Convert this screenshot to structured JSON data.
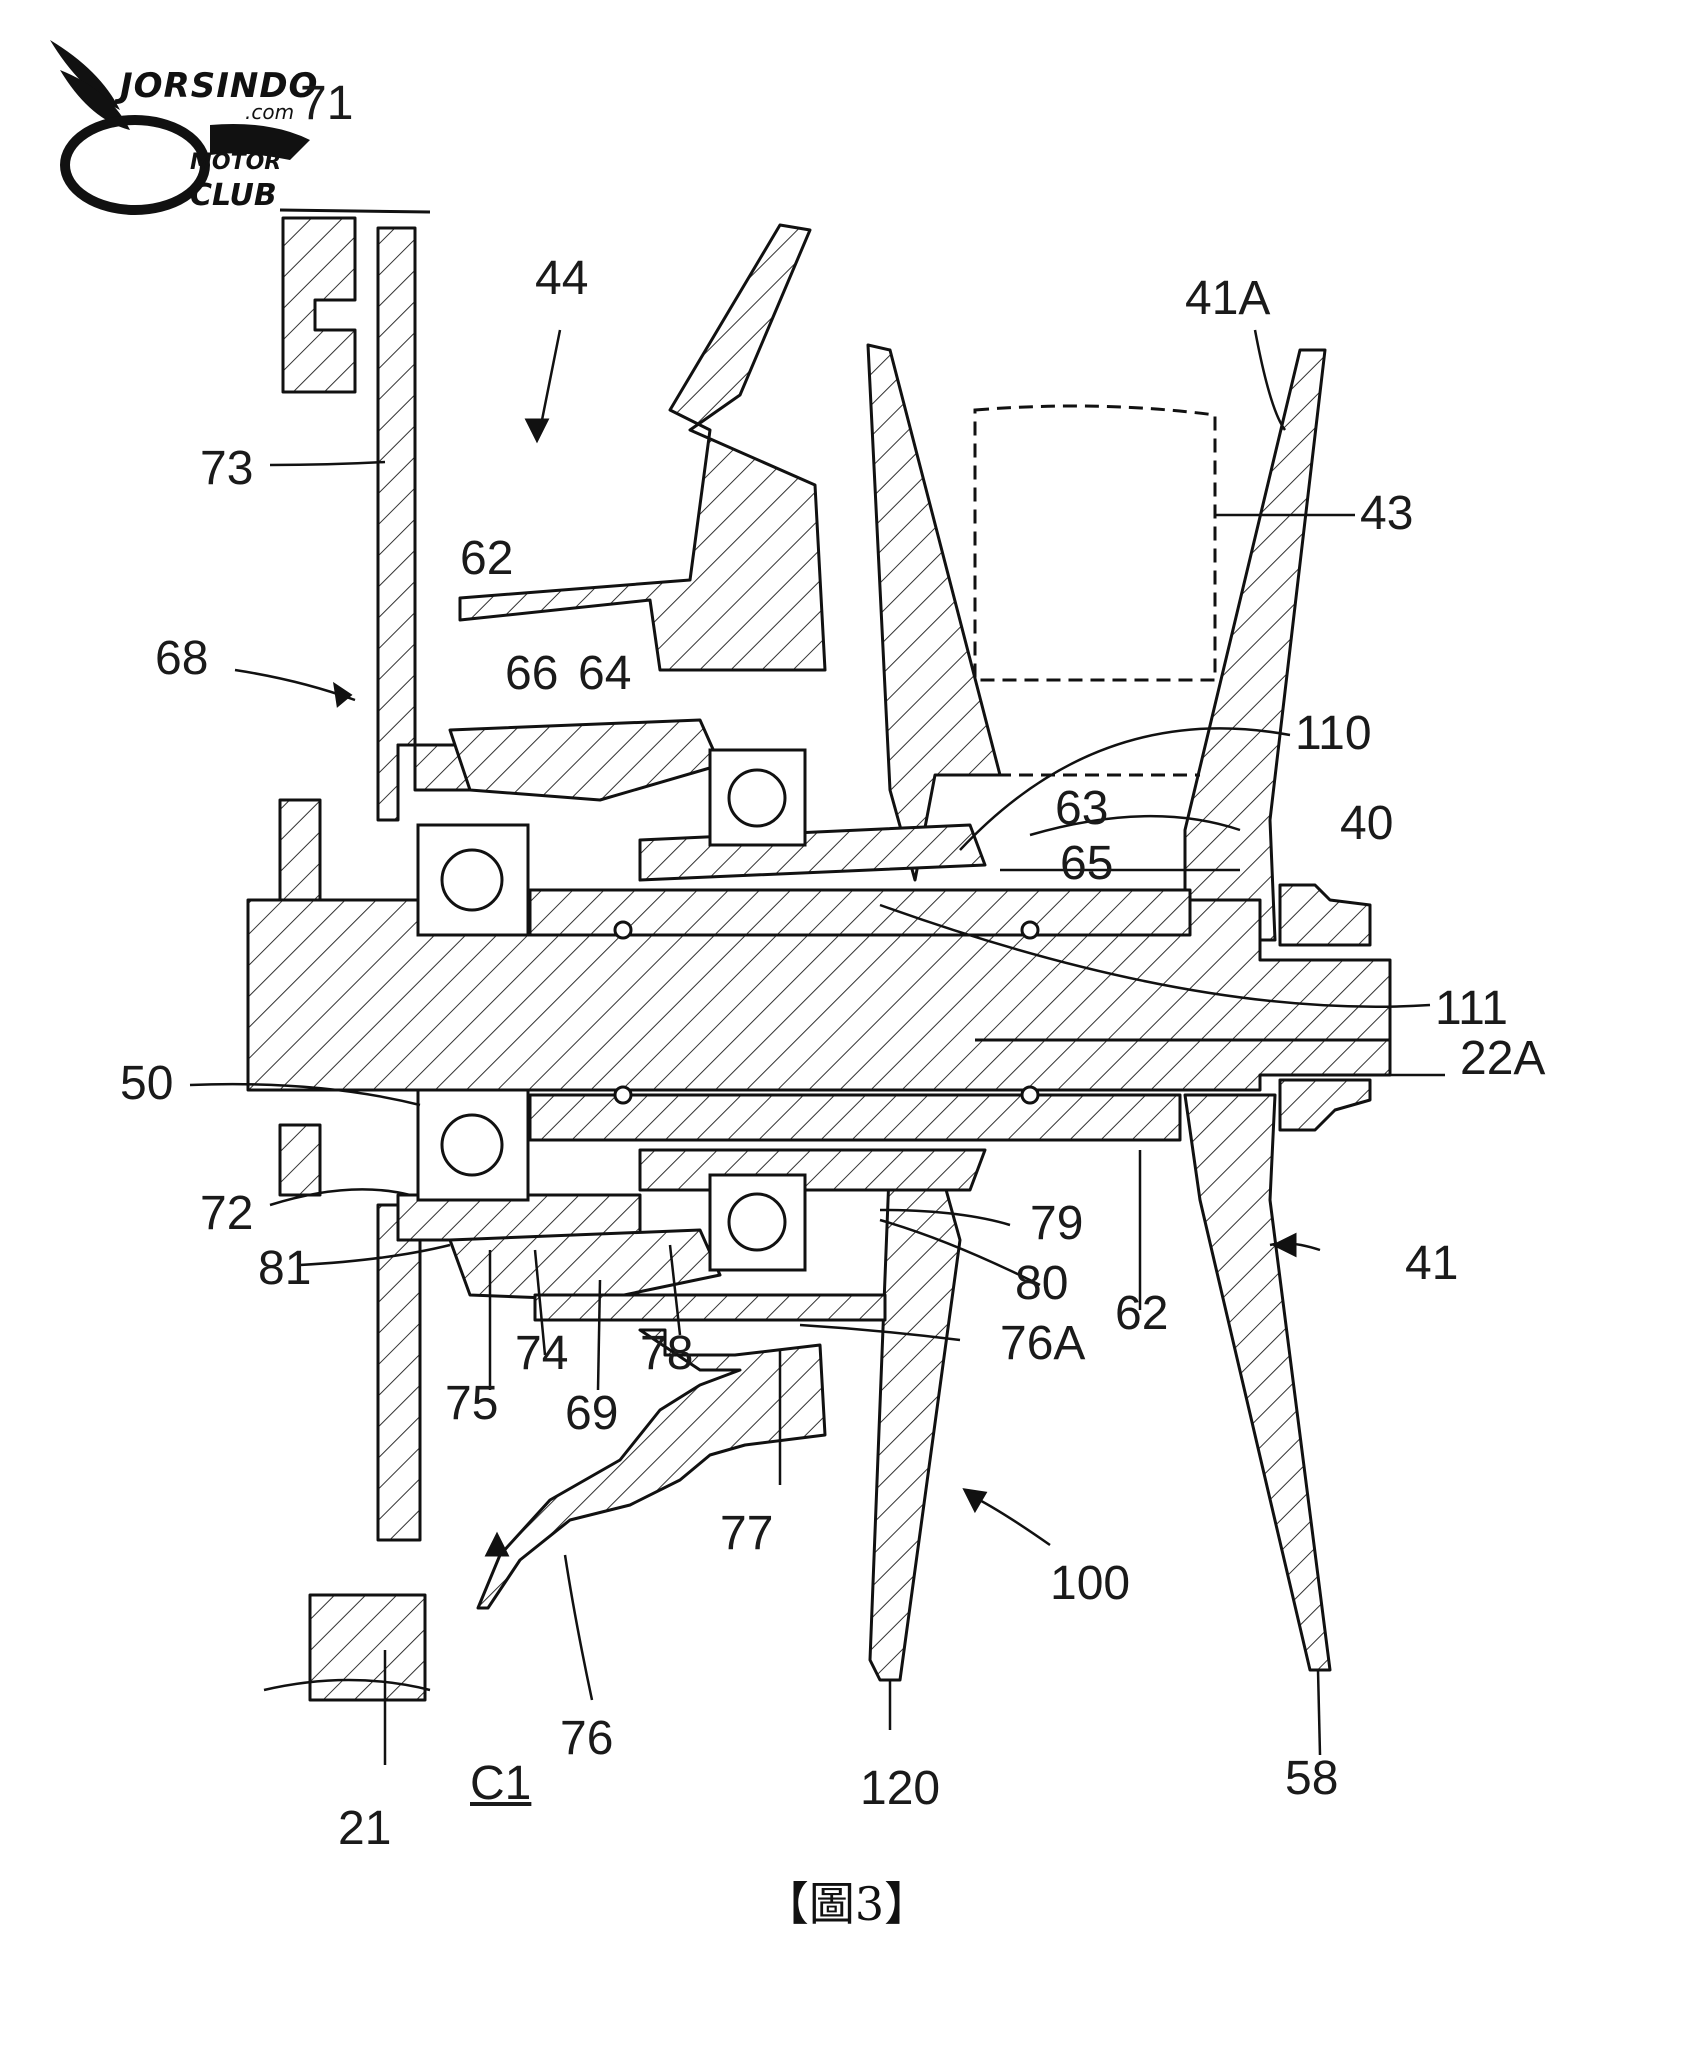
{
  "logo": {
    "brand": "JORSINDO",
    "domain": ".com",
    "line1": "MOTOR",
    "line2": "CLUB"
  },
  "caption": "【圖3】",
  "labels": {
    "l71": "71",
    "l44": "44",
    "l41A": "41A",
    "l73": "73",
    "l43": "43",
    "l62_top": "62",
    "l68": "68",
    "l66": "66",
    "l64": "64",
    "l110": "110",
    "l63": "63",
    "l40": "40",
    "l65": "65",
    "l111": "111",
    "l22A": "22A",
    "l50": "50",
    "l72": "72",
    "l79": "79",
    "l41": "41",
    "l81": "81",
    "l80": "80",
    "l62_bot": "62",
    "l74": "74",
    "l78": "78",
    "l76A": "76A",
    "l75": "75",
    "l69": "69",
    "l77": "77",
    "l100": "100",
    "l76": "76",
    "l21": "21",
    "lC1": "C1",
    "l120": "120",
    "l58": "58"
  }
}
